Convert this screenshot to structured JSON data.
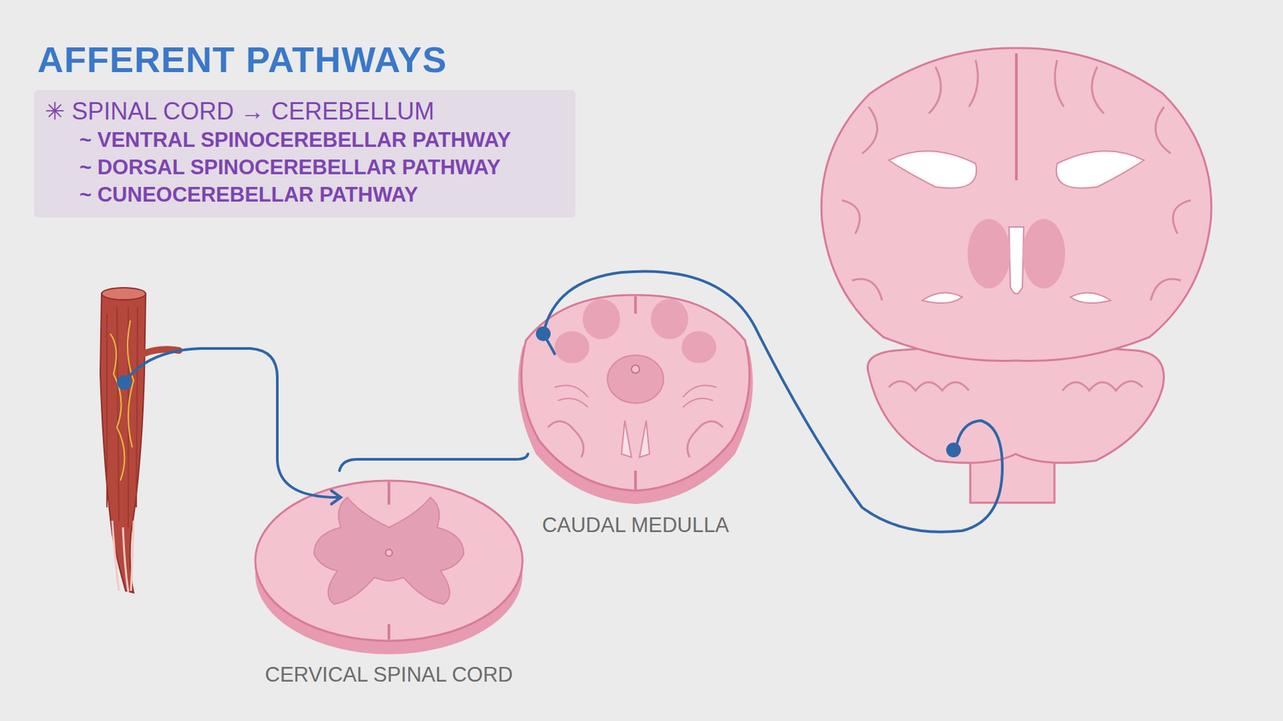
{
  "diagram": {
    "title": "AFFERENT PATHWAYS",
    "nodes": [
      {
        "text": [
          "✳ SPINAL CORD → CEREBELLUM",
          "~ VENTRAL SPINOCEREBELLAR PATHWAY",
          "~ DORSAL SPINOCEREBELLAR PATHWAY",
          "~ CUNEOCEREBELLAR PATHWAY"
        ]
      }
    ],
    "edges": [],
    "labels": [
      "CAUDAL MEDULLA",
      "CERVICAL SPINAL CORD"
    ]
  }
}
